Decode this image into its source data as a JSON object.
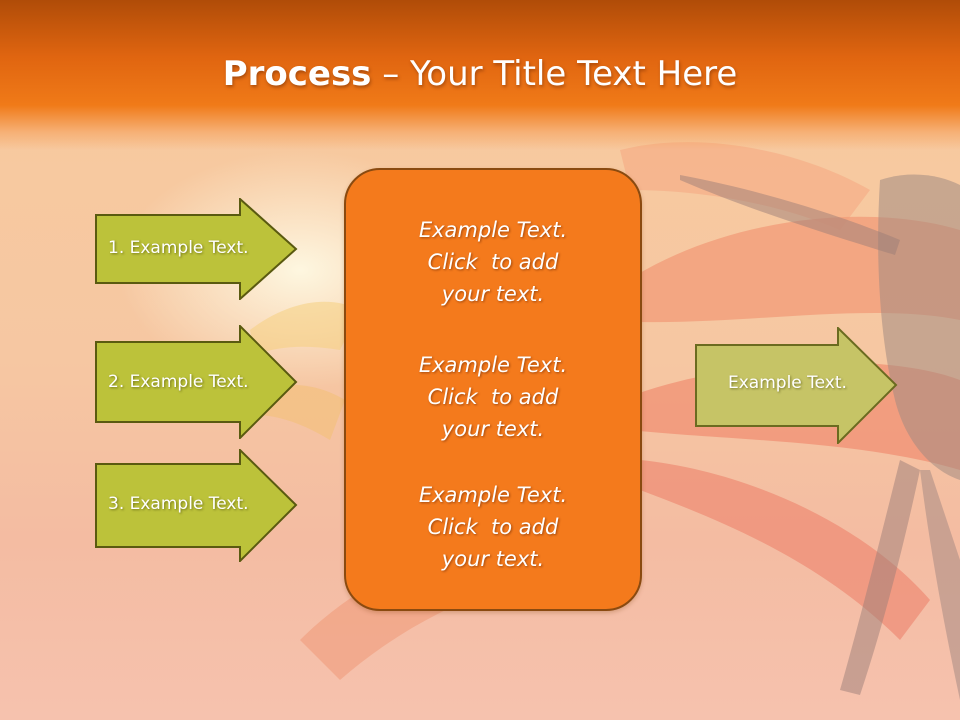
{
  "slide": {
    "title_bold": "Process",
    "title_rest": " – Your Title Text Here",
    "left_arrows": [
      {
        "label": "1. Example Text."
      },
      {
        "label": "2. Example Text."
      },
      {
        "label": "3. Example Text."
      }
    ],
    "center_blocks": [
      {
        "line1": "Example Text.",
        "line2": "Click  to add",
        "line3": "your text."
      },
      {
        "line1": "Example Text.",
        "line2": "Click  to add",
        "line3": "your text."
      },
      {
        "line1": "Example Text.",
        "line2": "Click  to add",
        "line3": "your text."
      }
    ],
    "right_arrow": {
      "label": "Example Text."
    }
  },
  "colors": {
    "header_orange": "#e06510",
    "center_box_fill": "#f47a1c",
    "center_box_border": "#8a4a10",
    "left_arrow_fill": "#bcc23a",
    "left_arrow_border": "#5a5a10",
    "right_arrow_fill": "#c6c466",
    "right_arrow_border": "#6b6b20",
    "text": "#ffffff"
  }
}
